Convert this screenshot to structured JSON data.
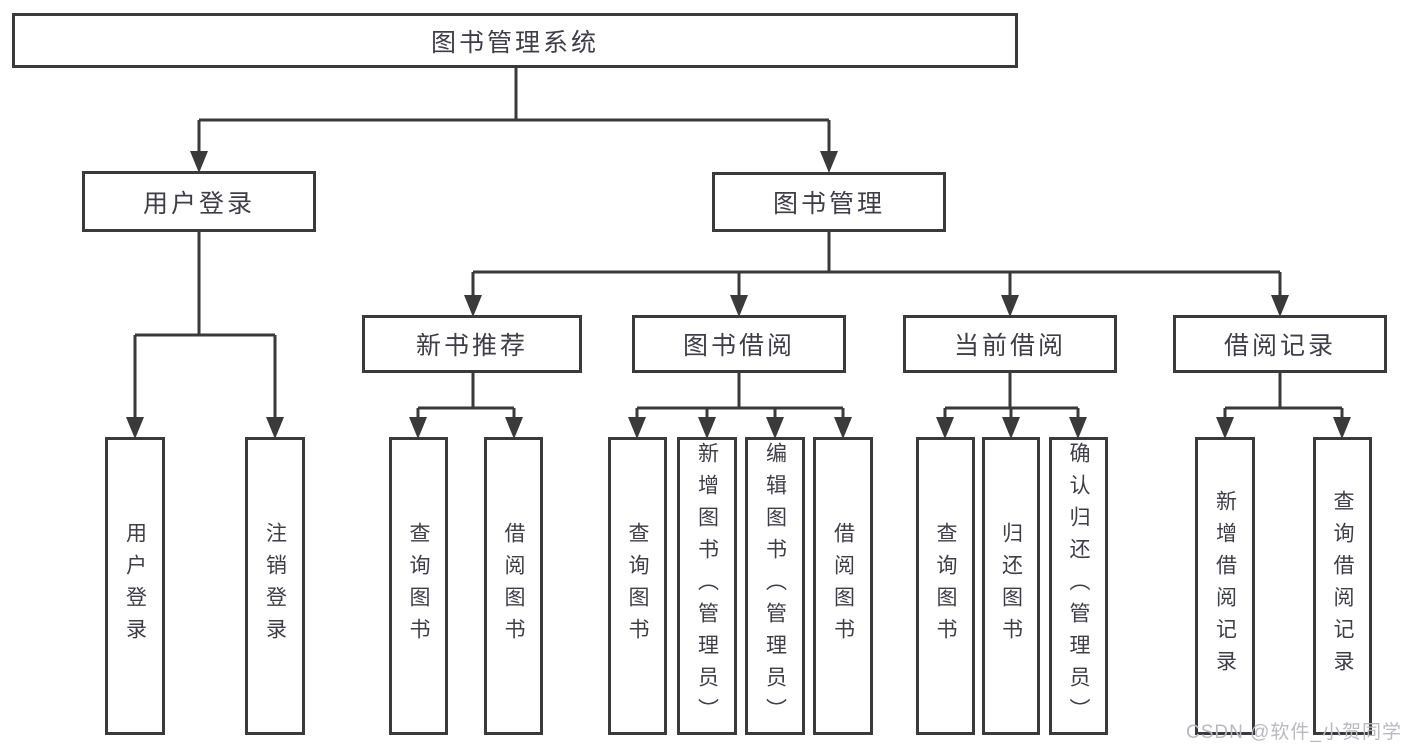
{
  "title": "图书管理系统",
  "watermark": "CSDN @软件_小贺同学",
  "colors": {
    "line": "#3a3a3a",
    "box_border": "#3a3a3a",
    "text": "#3e3e46",
    "watermark": "#b9b9c0",
    "background": "#ffffff"
  },
  "tree": {
    "label": "图书管理系统",
    "children": {
      "user_login": {
        "label": "用户登录",
        "children": {
          "login": {
            "label": "用户登录"
          },
          "logout": {
            "label": "注销登录"
          }
        }
      },
      "book_mgmt": {
        "label": "图书管理",
        "children": {
          "new_book_rec": {
            "label": "新书推荐",
            "children": {
              "query_books": {
                "label": "查询图书"
              },
              "borrow_books": {
                "label": "借阅图书"
              }
            }
          },
          "book_borrow": {
            "label": "图书借阅",
            "children": {
              "query_books": {
                "label": "查询图书"
              },
              "add_books": {
                "label": "新增图书（管理员）"
              },
              "edit_books": {
                "label": "编辑图书（管理员）"
              },
              "borrow_books": {
                "label": "借阅图书"
              }
            }
          },
          "current_borrow": {
            "label": "当前借阅",
            "children": {
              "query_books": {
                "label": "查询图书"
              },
              "return_books": {
                "label": "归还图书"
              },
              "confirm_return": {
                "label": "确认归还（管理员）"
              }
            }
          },
          "borrow_records": {
            "label": "借阅记录",
            "children": {
              "add_record": {
                "label": "新增借阅记录"
              },
              "query_record": {
                "label": "查询借阅记录"
              }
            }
          }
        }
      }
    }
  }
}
